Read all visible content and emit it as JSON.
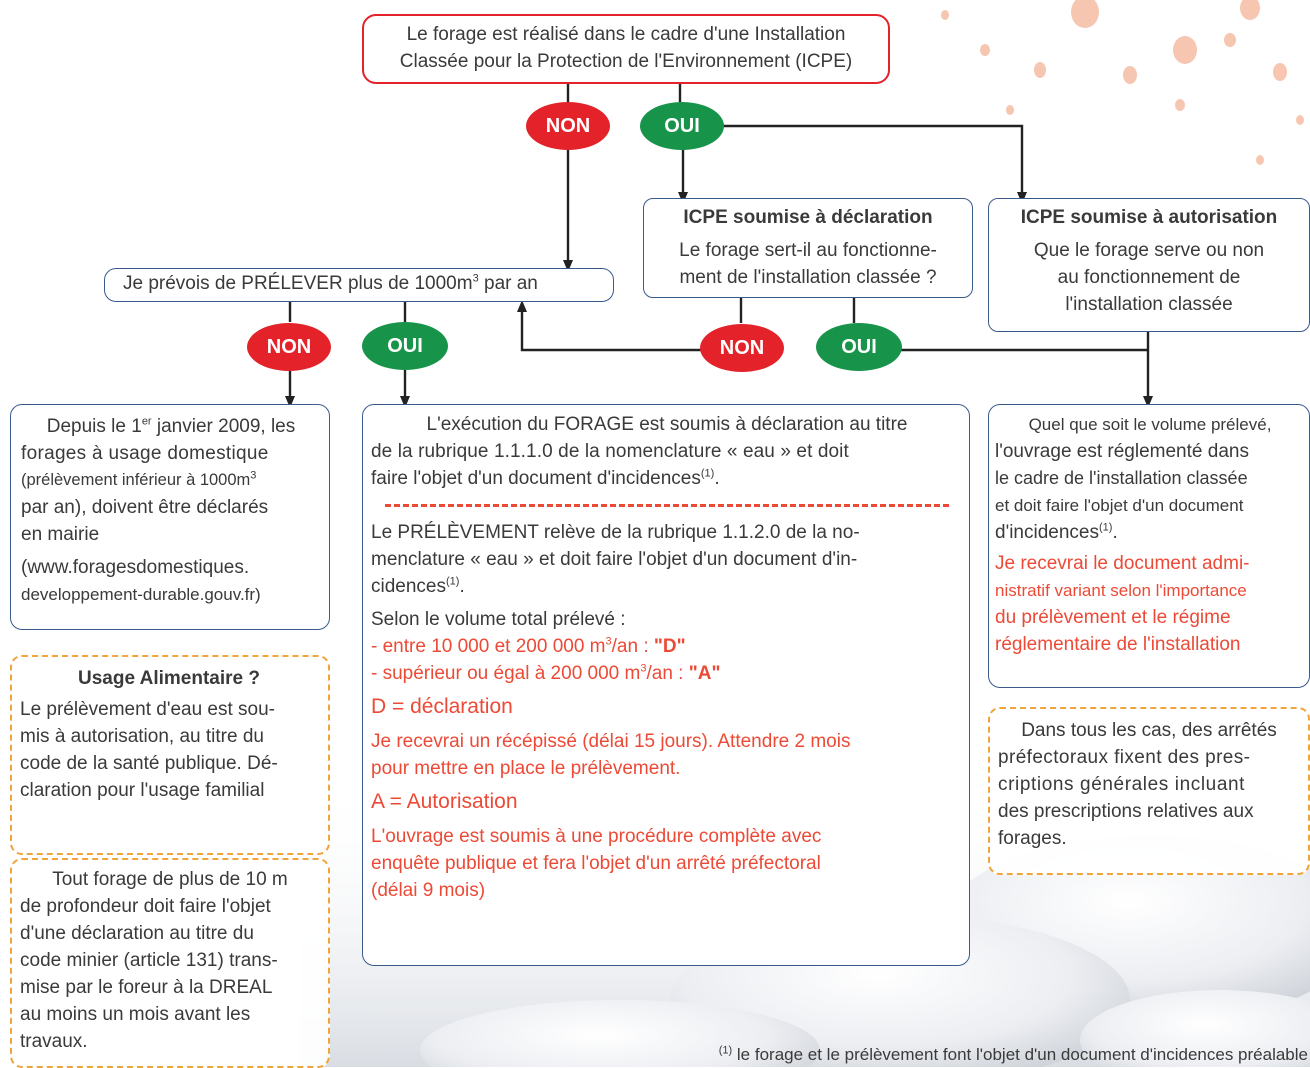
{
  "top": {
    "line1": "Le forage est réalisé dans le cadre d'une Installation",
    "line2": "Classée pour la Protection de l'Environnement (ICPE)"
  },
  "labels": {
    "non": "NON",
    "oui": "OUI"
  },
  "prelever": {
    "text": "Je prévois de PRÉLEVER plus de 1000m",
    "sup": "3",
    "end": " par an"
  },
  "declaration": {
    "title": "ICPE soumise à déclaration",
    "line1": "Le forage sert-il au fonctionne-",
    "line2": "ment de l'installation classée ?"
  },
  "autorisation": {
    "title": "ICPE soumise à autorisation",
    "line1": "Que le forage serve ou non",
    "line2": "au fonctionnement de",
    "line3": "l'installation classée"
  },
  "domestic": {
    "l1a": "Depuis le 1",
    "l1sup": "er",
    "l1b": " janvier 2009, les",
    "l2": "forages à usage domestique",
    "l3a": "(prélèvement inférieur à 1000m",
    "l3sup": "3",
    "l4": "par an), doivent être déclarés",
    "l5": "en mairie",
    "l6": "(www.foragesdomestiques.",
    "l7": "developpement-durable.gouv.fr)"
  },
  "usage": {
    "title": "Usage Alimentaire ?",
    "l1": "Le prélèvement d'eau est sou-",
    "l2": "mis à autorisation, au titre du",
    "l3": "code de la santé publique. Dé-",
    "l4": "claration pour l'usage familial"
  },
  "minier": {
    "l1": "Tout forage de plus de 10 m",
    "l2": "de profondeur doit faire l'objet",
    "l3": "d'une déclaration au titre du",
    "l4": "code minier (article 131) trans-",
    "l5": "mise par le foreur à la DREAL",
    "l6": "au moins un mois avant les",
    "l7": "travaux."
  },
  "main": {
    "l1": "L'exécution du FORAGE est soumis à déclaration au titre",
    "l2": "de la rubrique 1.1.1.0 de la nomenclature « eau » et doit",
    "l3": "faire l'objet d'un document d'incidences",
    "sup1": "(1)",
    "dot1": ".",
    "p2l1": "Le PRÉLÈVEMENT relève de la rubrique 1.1.2.0 de la no-",
    "p2l2": "menclature « eau » et doit faire l'objet d'un document d'in-",
    "p2l3": "cidences",
    "sup2": "(1)",
    "dot2": ".",
    "selon": "Selon le volume total prélevé :",
    "b1a": "- entre 10 000 et 200 000 m",
    "b1sup": "3",
    "b1b": "/an : ",
    "b1c": "\"D\"",
    "b2a": "- supérieur ou égal à 200 000 m",
    "b2sup": "3",
    "b2b": "/an : ",
    "b2c": "\"A\"",
    "d_title": "D = déclaration",
    "d1": "Je recevrai un récépissé (délai 15 jours). Attendre 2 mois",
    "d2": "pour mettre en place le prélèvement.",
    "a_title": "A = Autorisation",
    "a1": "L'ouvrage est soumis à une procédure complète avec",
    "a2": "enquête publique et fera l'objet d'un arrêté préfectoral",
    "a3": "(délai 9 mois)"
  },
  "quel": {
    "l1": "Quel que soit le volume prélevé,",
    "l2": "l'ouvrage est réglementé dans",
    "l3": "le cadre de l'installation classée",
    "l4": "et doit faire l'objet d'un document",
    "l5": "d'incidences",
    "sup": "(1)",
    "dot": ".",
    "o1": "Je recevrai le document admi-",
    "o2": "nistratif variant selon l'importance",
    "o3": "du prélèvement et le régime",
    "o4": "réglementaire de l'installation"
  },
  "tous": {
    "l1": "Dans tous les cas, des arrêtés",
    "l2": "préfectoraux fixent des pres-",
    "l3": "criptions générales incluant",
    "l4": "des prescriptions relatives aux",
    "l5": "forages."
  },
  "footnote": {
    "sup": "(1)",
    "text": " le forage et le prélèvement font l'objet d'un document d'incidences préalable"
  }
}
